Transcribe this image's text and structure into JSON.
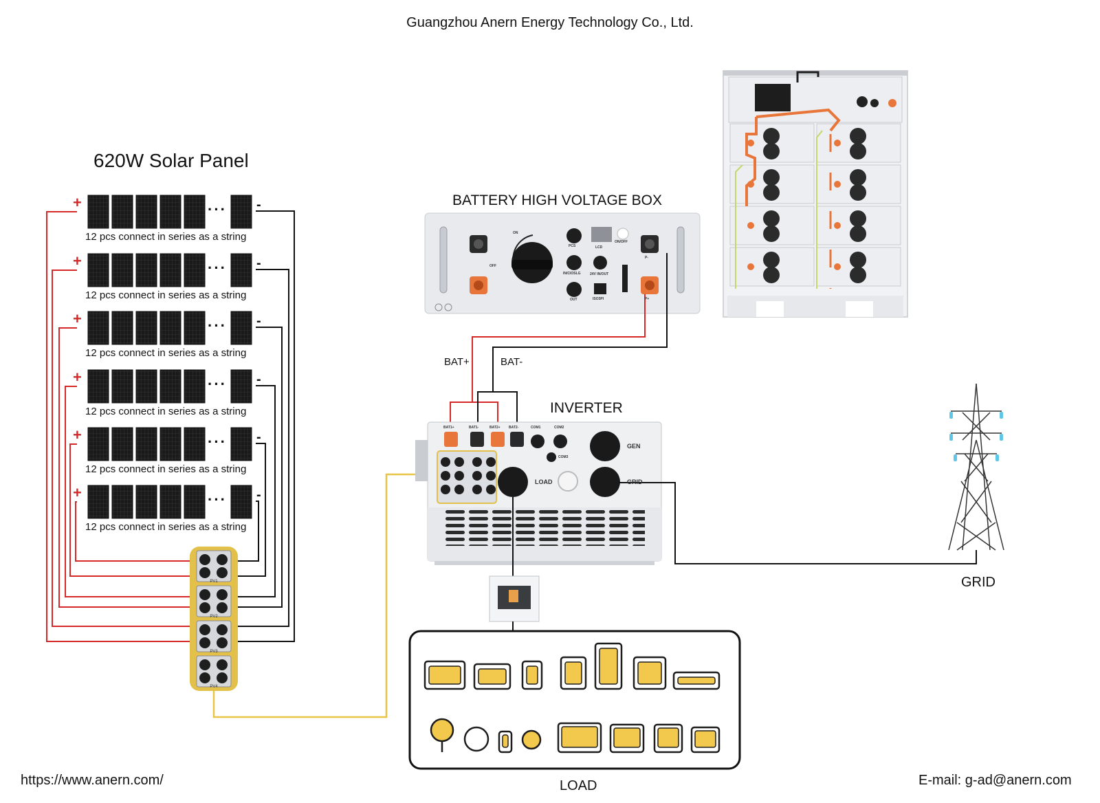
{
  "header": {
    "company": "Guangzhou Anern Energy Technology Co., Ltd."
  },
  "solar": {
    "title": "620W Solar Panel",
    "strings": [
      {
        "plus": "+",
        "minus": "-",
        "caption": "12 pcs connect in series as a string"
      },
      {
        "plus": "+",
        "minus": "-",
        "caption": "12 pcs connect in series as a string"
      },
      {
        "plus": "+",
        "minus": "-",
        "caption": "12 pcs connect in series as a string"
      },
      {
        "plus": "+",
        "minus": "-",
        "caption": "12 pcs connect in series as a string"
      },
      {
        "plus": "+",
        "minus": "-",
        "caption": "12 pcs connect in series as a string"
      },
      {
        "plus": "+",
        "minus": "-",
        "caption": "12 pcs connect in series as a string"
      }
    ],
    "combiner_labels": [
      "PV1",
      "PV2",
      "PV3",
      "PV4"
    ]
  },
  "battery_box": {
    "title": "BATTERY  HIGH VOLTAGE BOX",
    "labels": [
      "ON",
      "OFF",
      "PCS",
      "LCD",
      "ON/OFF",
      "IN/CIOSLG",
      "24V IN/OUT",
      "OUT",
      "ISO3PI",
      "P-",
      "P+"
    ]
  },
  "wiring": {
    "bat_plus": "BAT+",
    "bat_minus": "BAT-"
  },
  "inverter": {
    "title": "INVERTER",
    "port_labels": [
      "BAT1+",
      "BAT1-",
      "BAT2+",
      "BAT2-",
      "COM1",
      "COM2",
      "COM3",
      "GEN",
      "LOAD",
      "GRID",
      "PV1",
      "PV2",
      "PV3",
      "PV4"
    ]
  },
  "grid": {
    "label": "GRID"
  },
  "load": {
    "label": "LOAD",
    "appliances": [
      "microwave-icon",
      "laptop-icon",
      "speaker-icon",
      "washing-machine-icon",
      "refrigerator-icon",
      "oven-icon",
      "air-conditioner-icon",
      "fan-icon",
      "robot-vacuum-icon",
      "phone-icon",
      "light-bulb-icon",
      "tablet-icon",
      "monitor-icon",
      "rice-cooker-icon",
      "kettle-icon"
    ]
  },
  "footer": {
    "website": "https://www.anern.com/",
    "email": "E-mail: g-ad@anern.com"
  },
  "colors": {
    "positive": "#d62828",
    "negative": "#111111",
    "pv_link": "#e8c547",
    "combiner": "#e2c04a",
    "terminal": "#e8763a",
    "icon_fill": "#f2c94c"
  }
}
